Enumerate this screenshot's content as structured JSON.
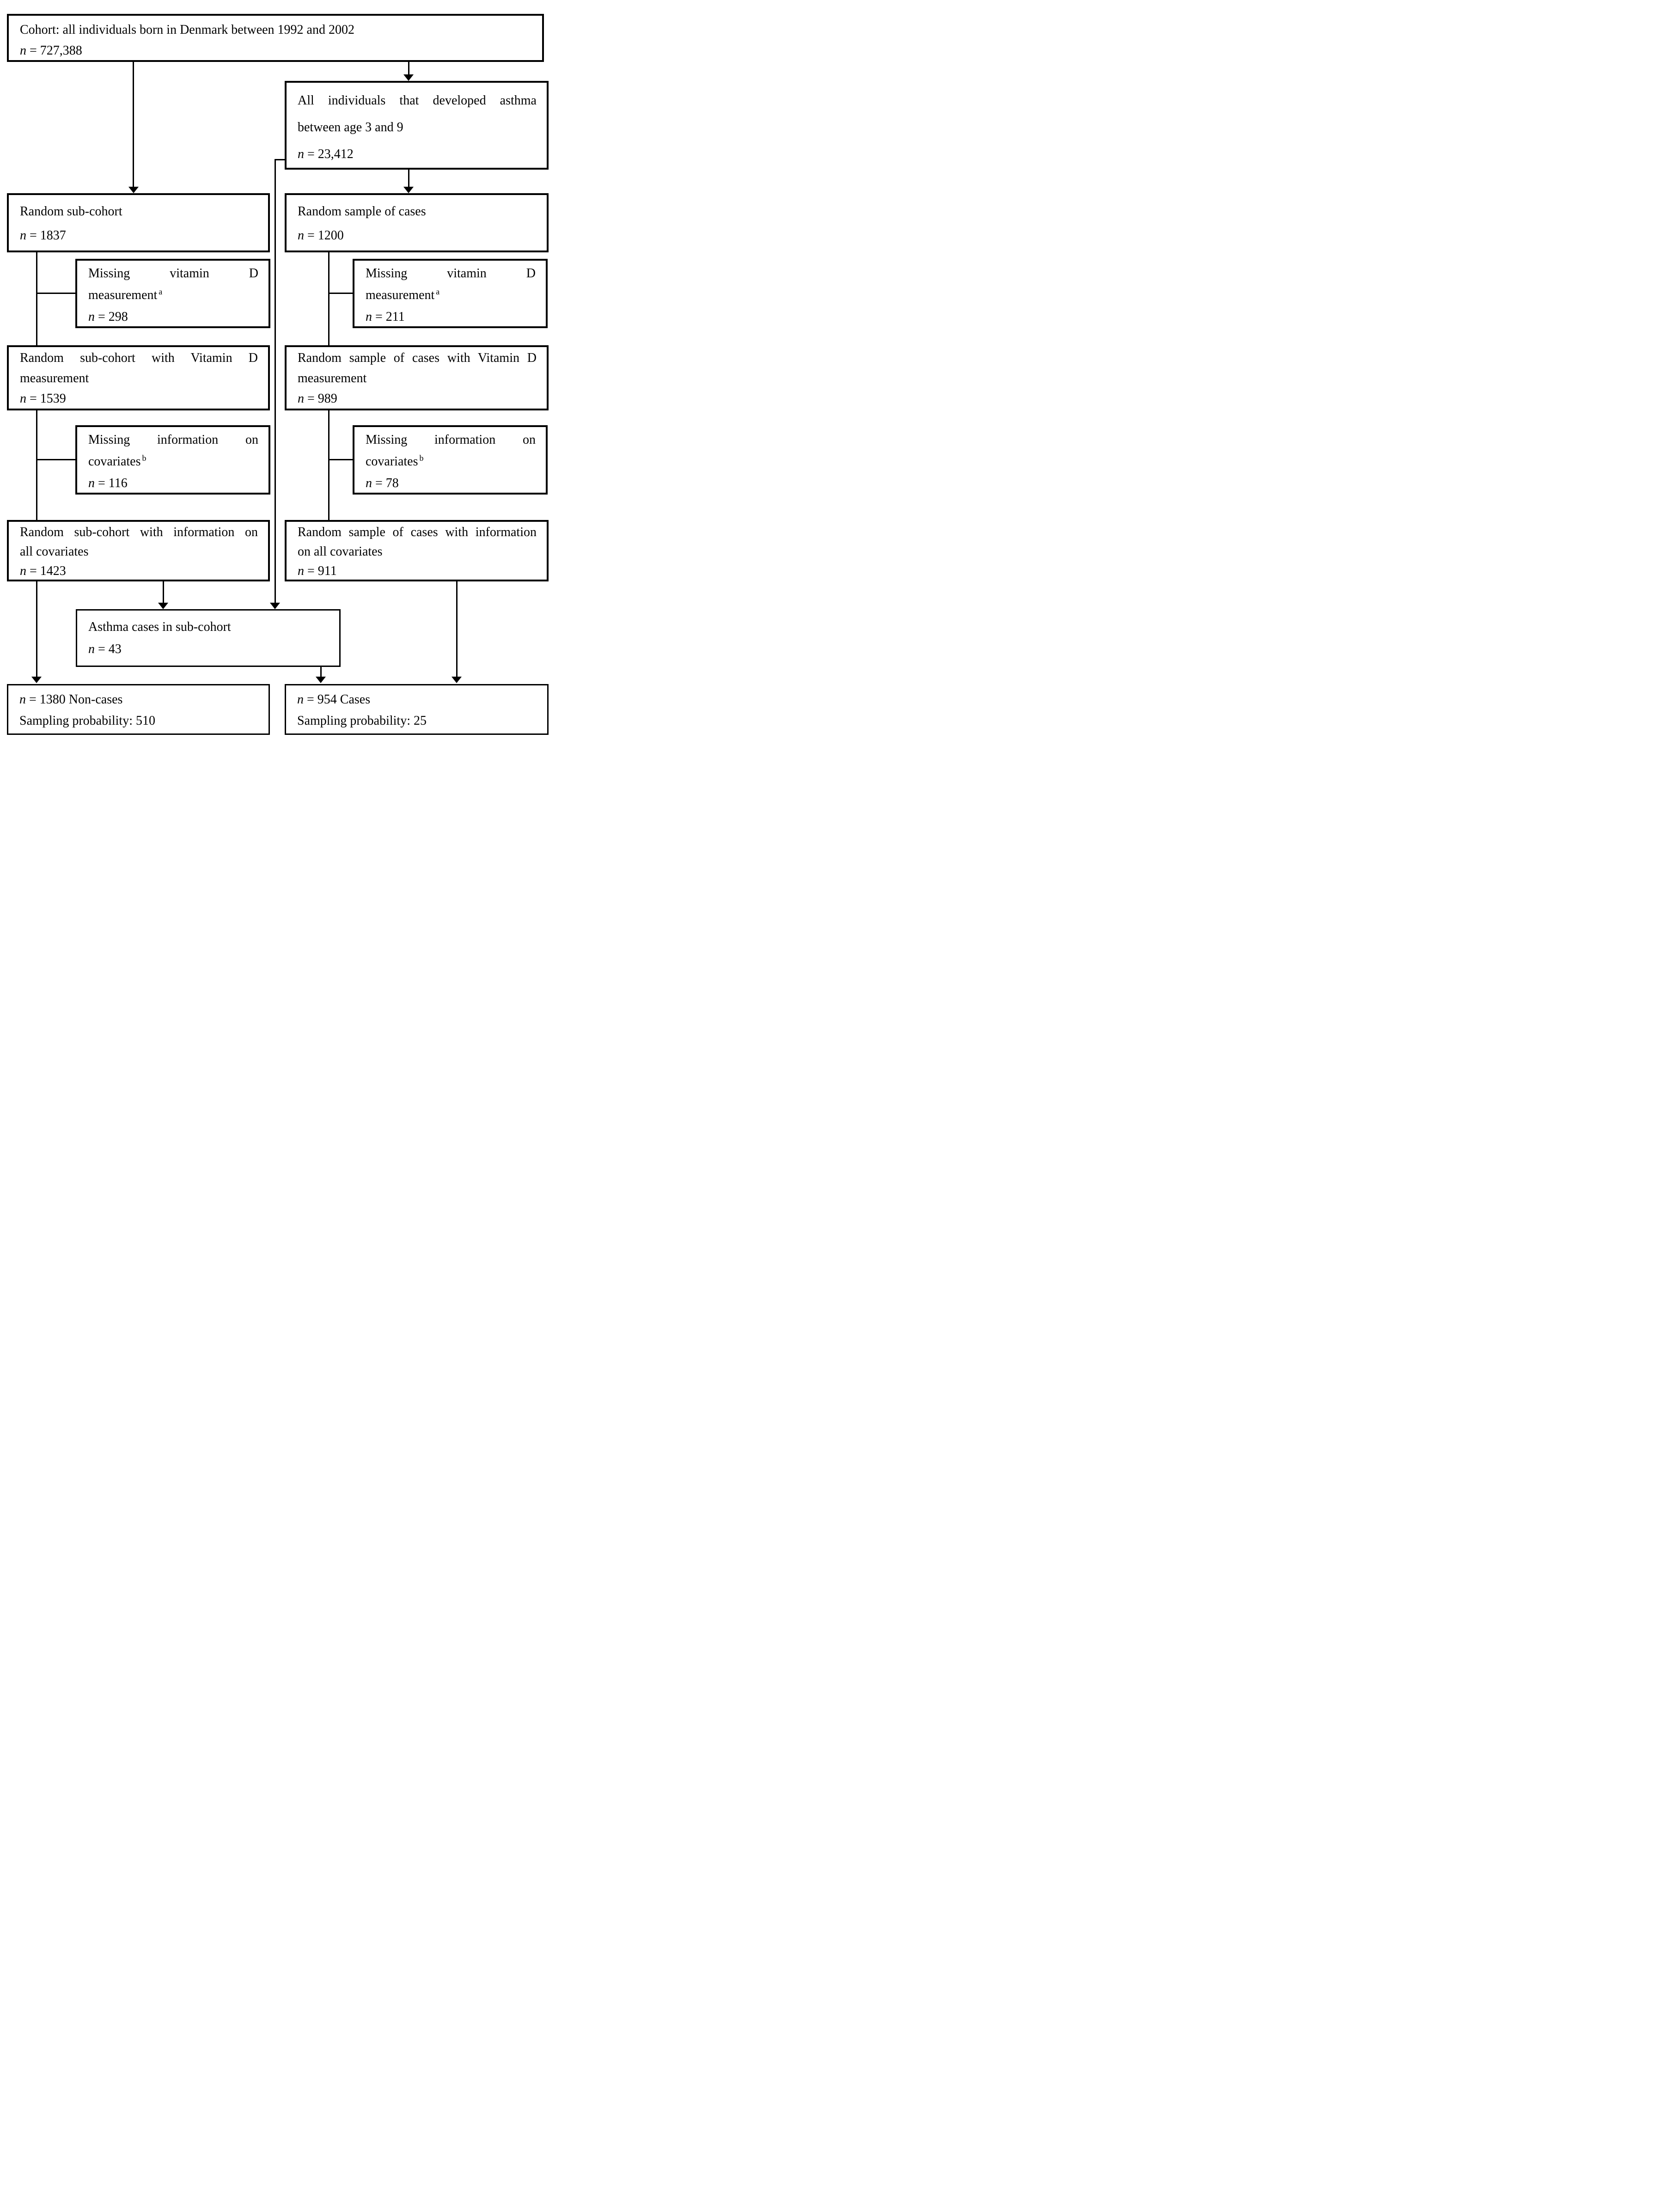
{
  "figure": {
    "colors": {
      "line": "#000000",
      "background": "#ffffff"
    },
    "boxes": {
      "cohort": {
        "l1": "Cohort: all individuals born in Denmark between 1992 and 2002",
        "n_var": "n",
        "n_rest": " = 727,388"
      },
      "asthma_all": {
        "l1": "All individuals that developed asthma",
        "l2": "between age 3 and 9",
        "n_var": "n",
        "n_rest": " = 23,412"
      },
      "random_subcohort": {
        "l1": "Random sub-cohort",
        "n_var": "n",
        "n_rest": " = 1837"
      },
      "random_cases": {
        "l1": "Random sample of cases",
        "n_var": "n",
        "n_rest": " = 1200"
      },
      "missing_vitd_left": {
        "l1": "Missing vitamin D",
        "l2": "measurement",
        "sup": "a",
        "n_var": "n",
        "n_rest": " = 298"
      },
      "missing_vitd_right": {
        "l1": "Missing vitamin D",
        "l2": "measurement",
        "sup": "a",
        "n_var": "n",
        "n_rest": " = 211"
      },
      "subcohort_vitd": {
        "l1": "Random sub-cohort with Vitamin D",
        "l2": "measurement",
        "n_var": "n",
        "n_rest": " = 1539"
      },
      "cases_vitd": {
        "l1": "Random sample of cases with Vitamin D",
        "l2": "measurement",
        "n_var": "n",
        "n_rest": " = 989"
      },
      "missing_cov_left": {
        "l1": "Missing information on",
        "l2": "covariates",
        "sup": "b",
        "n_var": "n",
        "n_rest": " = 116"
      },
      "missing_cov_right": {
        "l1": "Missing information on",
        "l2": "covariates",
        "sup": "b",
        "n_var": "n",
        "n_rest": " = 78"
      },
      "subcohort_cov": {
        "l1": "Random sub-cohort with information on",
        "l2": "all covariates",
        "n_var": "n",
        "n_rest": " = 1423"
      },
      "cases_cov": {
        "l1": "Random sample of cases with information",
        "l2": "on all covariates",
        "n_var": "n",
        "n_rest": " = 911"
      },
      "asthma_in_subcohort": {
        "l1": "Asthma cases in sub-cohort",
        "n_var": "n",
        "n_rest": " = 43"
      },
      "noncases": {
        "n_var": "n",
        "n_rest": " = 1380 Non-cases",
        "l2": "Sampling probability: 510"
      },
      "cases_final": {
        "n_var": "n",
        "n_rest": " = 954 Cases",
        "l2": "Sampling probability: 25"
      }
    }
  }
}
